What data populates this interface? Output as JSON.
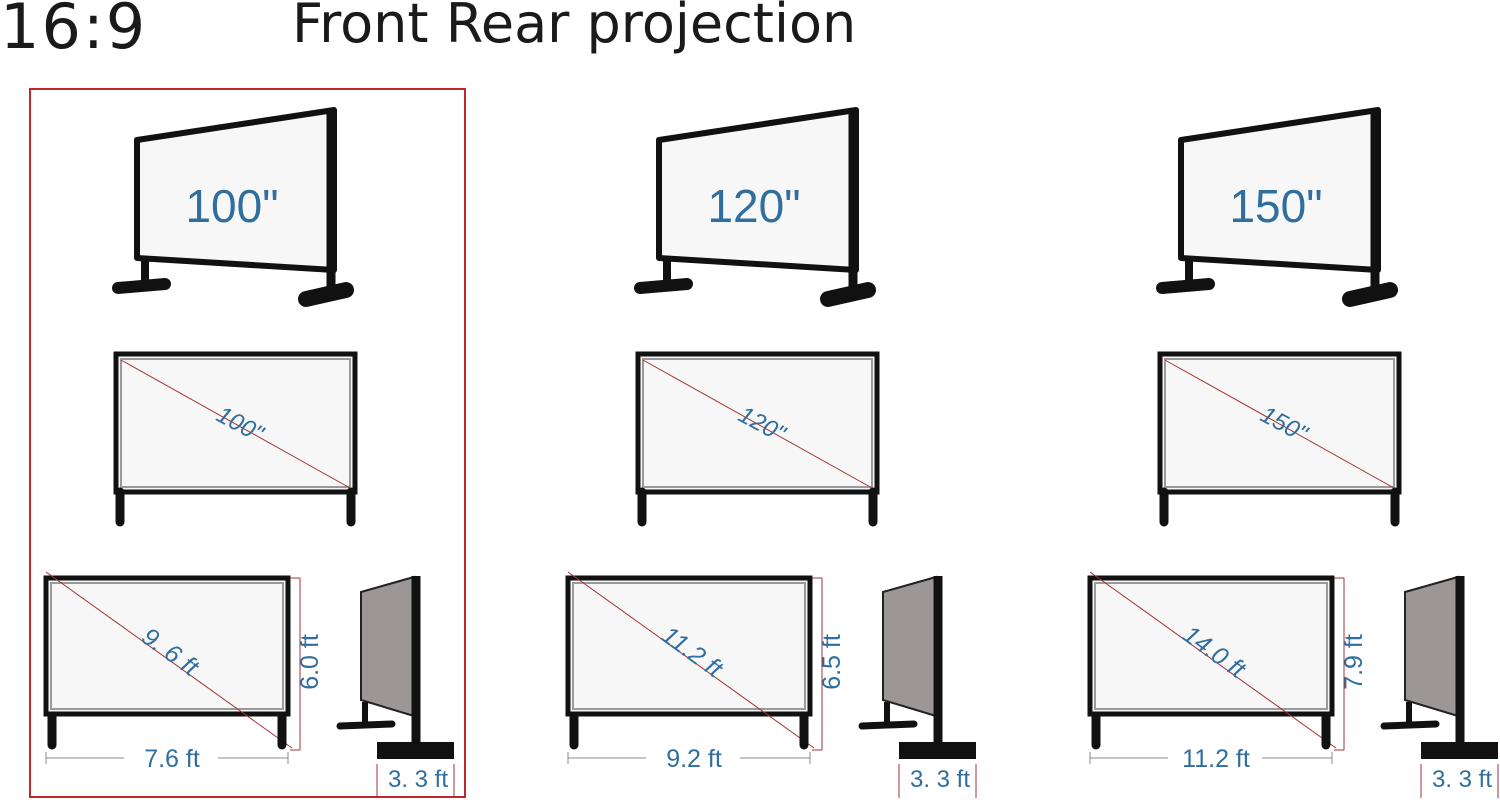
{
  "header": {
    "aspect_ratio": "16:9",
    "title": "Front Rear projection"
  },
  "colors": {
    "label_blue": "#2f6e9e",
    "frame_black": "#111111",
    "highlight_red": "#c0272d",
    "diagonal_red": "#a33333",
    "side_screen_gray": "#9c9696"
  },
  "models": [
    {
      "size_label": "100\"",
      "diagonal_label": "100\"",
      "diagonal_ft": "9. 6 ft",
      "width_ft": "7.6  ft",
      "height_ft": "6.0 ft",
      "depth_ft": "3. 3 ft",
      "highlighted": true
    },
    {
      "size_label": "120\"",
      "diagonal_label": "120\"",
      "diagonal_ft": "11.2 ft",
      "width_ft": "9.2  ft",
      "height_ft": "6.5 ft",
      "depth_ft": "3. 3 ft",
      "highlighted": false
    },
    {
      "size_label": "150\"",
      "diagonal_label": "150\"",
      "diagonal_ft": "14.0 ft",
      "width_ft": "11.2  ft",
      "height_ft": "7.9 ft",
      "depth_ft": "3. 3 ft",
      "highlighted": false
    }
  ]
}
